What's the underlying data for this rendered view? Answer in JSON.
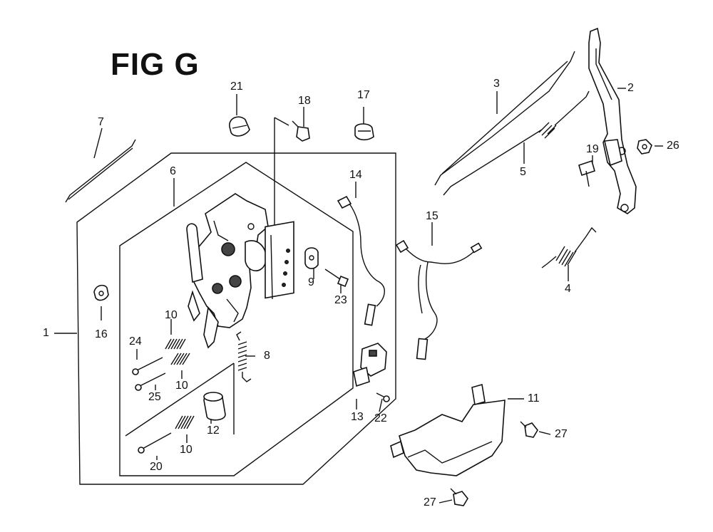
{
  "title": "FIG G",
  "callouts": {
    "c1": "1",
    "c2": "2",
    "c3": "3",
    "c4": "4",
    "c5": "5",
    "c6": "6",
    "c7": "7",
    "c8": "8",
    "c9": "9",
    "c10a": "10",
    "c10b": "10",
    "c10c": "10",
    "c11": "11",
    "c12": "12",
    "c13": "13",
    "c14": "14",
    "c15": "15",
    "c16": "16",
    "c17": "17",
    "c18": "18",
    "c19": "19",
    "c20": "20",
    "c21": "21",
    "c22": "22",
    "c23": "23",
    "c24": "24",
    "c25": "25",
    "c26": "26",
    "c27a": "27",
    "c27b": "27"
  }
}
